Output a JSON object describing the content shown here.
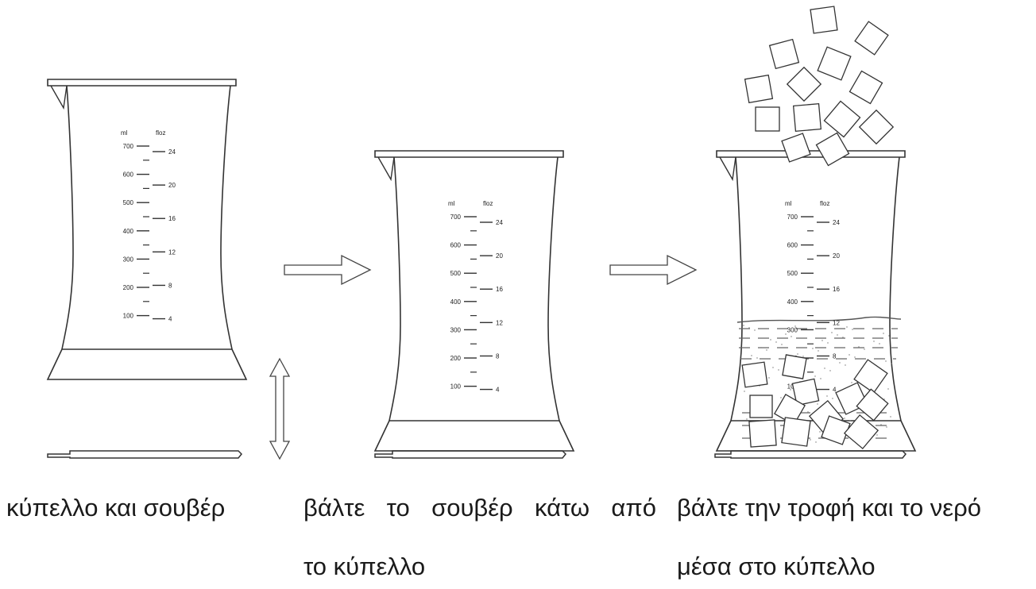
{
  "beakers": [
    {
      "id": "beaker-1",
      "ml_label": "ml",
      "floz_label": "floz",
      "ml_ticks": [
        "700",
        "600",
        "500",
        "400",
        "300",
        "200",
        "100"
      ],
      "floz_ticks": [
        "24",
        "20",
        "16",
        "12",
        "8",
        "4"
      ]
    },
    {
      "id": "beaker-2",
      "ml_label": "ml",
      "floz_label": "floz",
      "ml_ticks": [
        "700",
        "600",
        "500",
        "400",
        "300",
        "200",
        "100"
      ],
      "floz_ticks": [
        "24",
        "20",
        "16",
        "12",
        "8",
        "4"
      ]
    },
    {
      "id": "beaker-3",
      "ml_label": "ml",
      "floz_label": "floz",
      "ml_ticks": [
        "700",
        "600",
        "500",
        "400",
        "300",
        "200",
        "100"
      ],
      "floz_ticks": [
        "24",
        "20",
        "16",
        "12",
        "8",
        "4"
      ]
    }
  ],
  "steps": [
    {
      "caption_line1": "κύπελλο και σουβέρ"
    },
    {
      "caption_line1": "βάλτε το σουβέρ κάτω από",
      "caption_line2": "το κύπελλο"
    },
    {
      "caption_line1": "βάλτε την τροφή και το νερό",
      "caption_line2": "μέσα στο κύπελλο"
    }
  ],
  "colors": {
    "line": "#333333",
    "water_line": "#555555",
    "background": "#ffffff"
  },
  "icons": [
    "right-arrow-icon",
    "up-down-arrow-icon",
    "food-cube-icon"
  ]
}
